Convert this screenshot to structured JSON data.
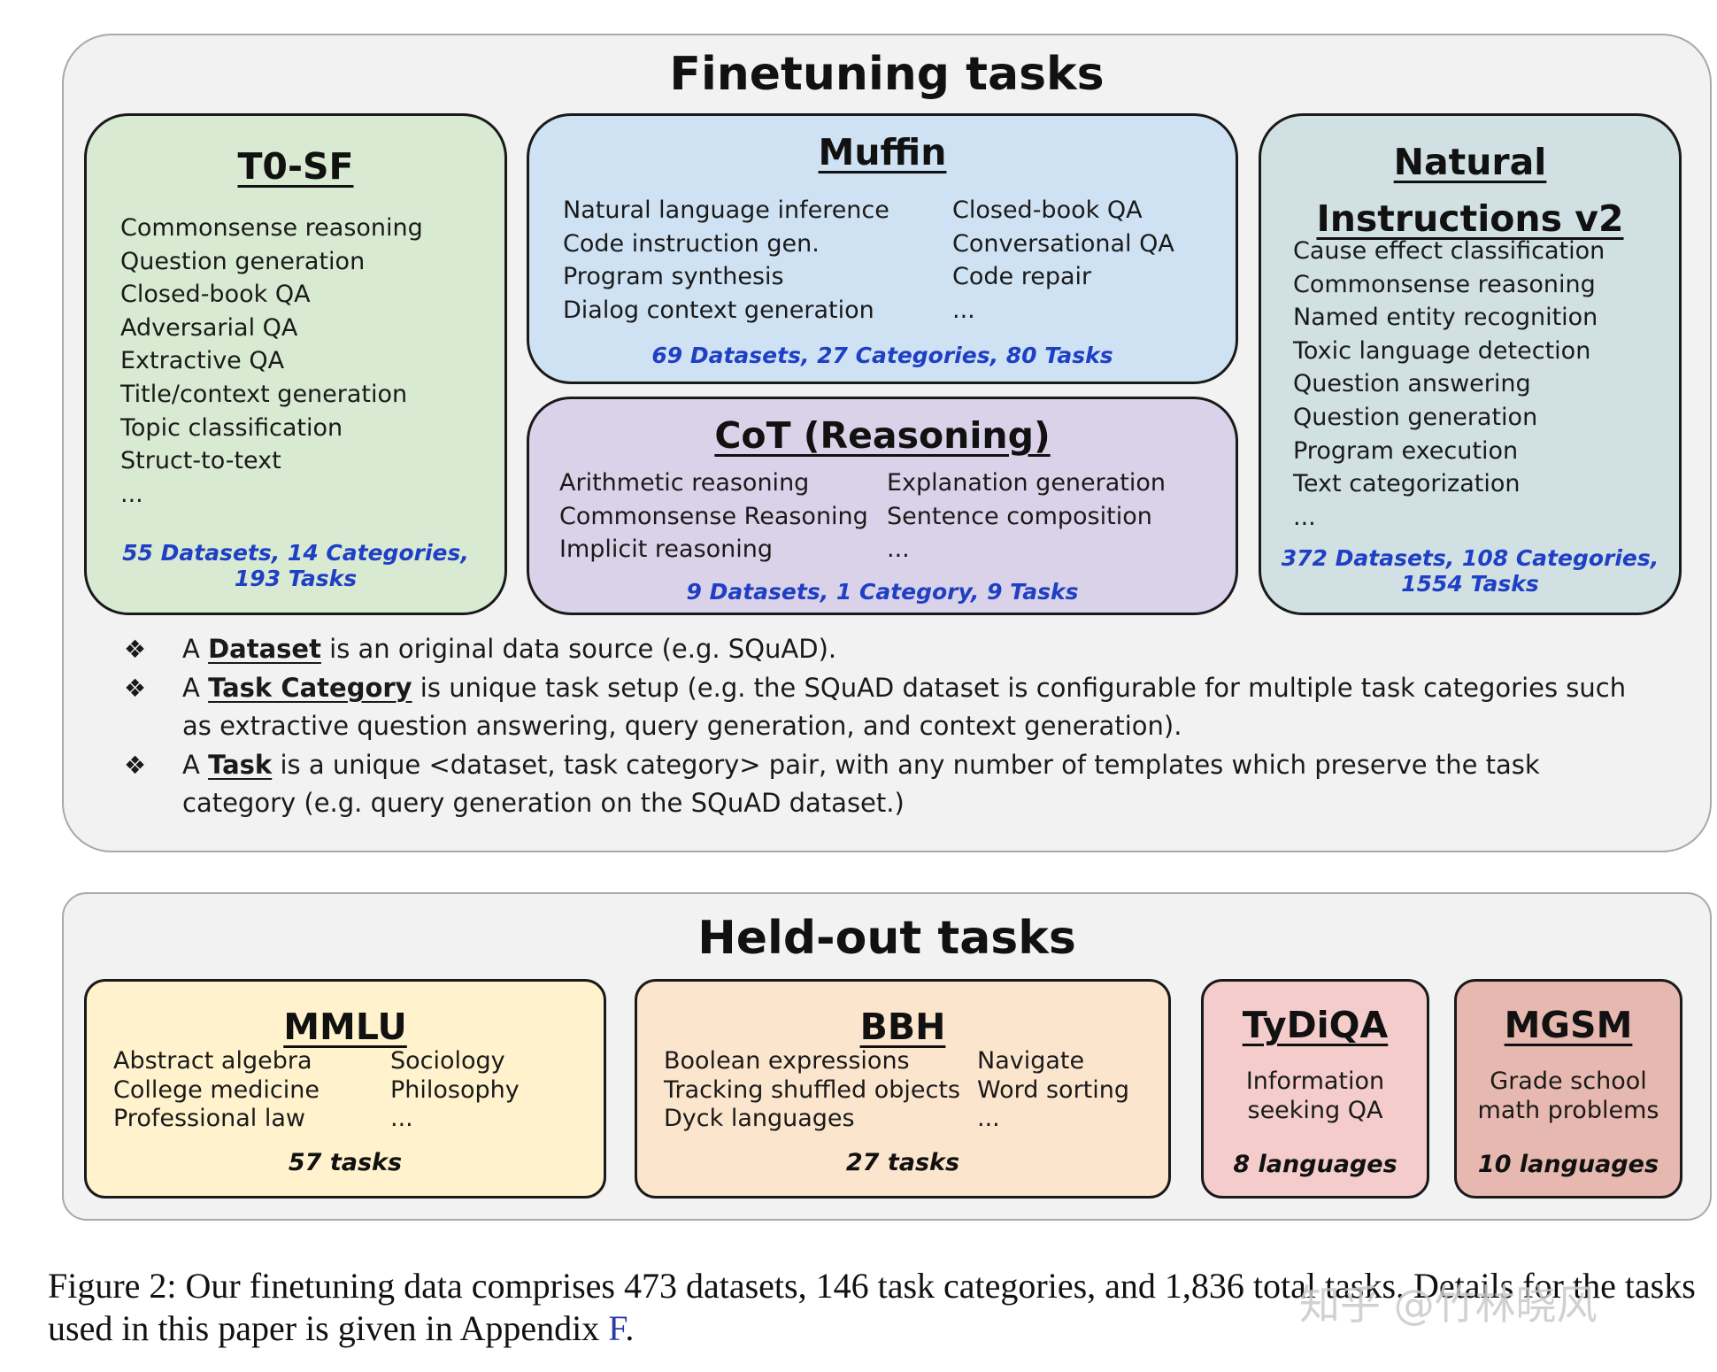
{
  "finetuning": {
    "title": "Finetuning tasks",
    "t0sf": {
      "title": "T0-SF",
      "items": [
        "Commonsense reasoning",
        "Question generation",
        "Closed-book QA",
        "Adversarial QA",
        "Extractive QA",
        "Title/context generation",
        "Topic classification",
        "Struct-to-text",
        "..."
      ],
      "stats_line1": "55 Datasets, 14 Categories,",
      "stats_line2": "193 Tasks"
    },
    "muffin": {
      "title": "Muffin",
      "col1": [
        "Natural language inference",
        "Code instruction gen.",
        "Program synthesis",
        "Dialog context generation"
      ],
      "col2": [
        "Closed-book QA",
        "Conversational QA",
        "Code repair",
        "..."
      ],
      "stats": "69 Datasets, 27 Categories, 80 Tasks"
    },
    "cot": {
      "title": "CoT (Reasoning)",
      "col1": [
        "Arithmetic reasoning",
        "Commonsense Reasoning",
        "Implicit reasoning"
      ],
      "col2": [
        "Explanation generation",
        "Sentence composition",
        "..."
      ],
      "stats": "9 Datasets, 1 Category, 9 Tasks"
    },
    "niv2": {
      "title_line1": "Natural",
      "title_line2": "Instructions v2",
      "items": [
        "Cause effect classification",
        "Commonsense reasoning",
        "Named entity recognition",
        "Toxic language detection",
        "Question answering",
        "Question generation",
        "Program execution",
        "Text categorization",
        "..."
      ],
      "stats_line1": "372 Datasets, 108 Categories,",
      "stats_line2": "1554 Tasks"
    },
    "bullets": [
      {
        "symbol": "❖",
        "pre": "A ",
        "term": "Dataset",
        "post": " is an original data source (e.g. SQuAD)."
      },
      {
        "symbol": "❖",
        "pre": "A ",
        "term": "Task Category",
        "post": " is unique task setup (e.g. the SQuAD dataset is configurable for multiple task categories such as extractive question answering, query generation, and context generation)."
      },
      {
        "symbol": "❖",
        "pre": "A ",
        "term": "Task",
        "post": " is a unique <dataset, task category> pair, with any number of templates which preserve the task category (e.g. query generation on the SQuAD dataset.)"
      }
    ]
  },
  "heldout": {
    "title": "Held-out tasks",
    "mmlu": {
      "title": "MMLU",
      "col1": [
        "Abstract algebra",
        "College medicine",
        "Professional law"
      ],
      "col2": [
        "Sociology",
        "Philosophy",
        "..."
      ],
      "stats": "57 tasks"
    },
    "bbh": {
      "title": "BBH",
      "col1": [
        "Boolean expressions",
        "Tracking shuffled objects",
        "Dyck languages"
      ],
      "col2": [
        "Navigate",
        "Word sorting",
        "..."
      ],
      "stats": "27 tasks"
    },
    "tydiqa": {
      "title": "TyDiQA",
      "line1": "Information",
      "line2": "seeking QA",
      "stats": "8 languages"
    },
    "mgsm": {
      "title": "MGSM",
      "line1": "Grade school",
      "line2": "math problems",
      "stats": "10 languages"
    }
  },
  "caption": {
    "text": "Figure 2: Our finetuning data comprises 473 datasets, 146 task categories, and 1,836 total tasks. Details for the tasks used in this paper is given in Appendix ",
    "link": "F",
    "end": "."
  },
  "watermark": "知乎 @竹林晓风",
  "colors": {
    "t0sf_bg": "#d9ead3",
    "muffin_bg": "#cfe2f3",
    "cot_bg": "#d9d2e9",
    "niv2_bg": "#d0e0e3",
    "mmlu_bg": "#fff2cc",
    "bbh_bg": "#fce5cd",
    "tydiqa_bg": "#f4cccc",
    "mgsm_bg": "#e6b8af",
    "stat_blue": "#1f3fc4"
  }
}
